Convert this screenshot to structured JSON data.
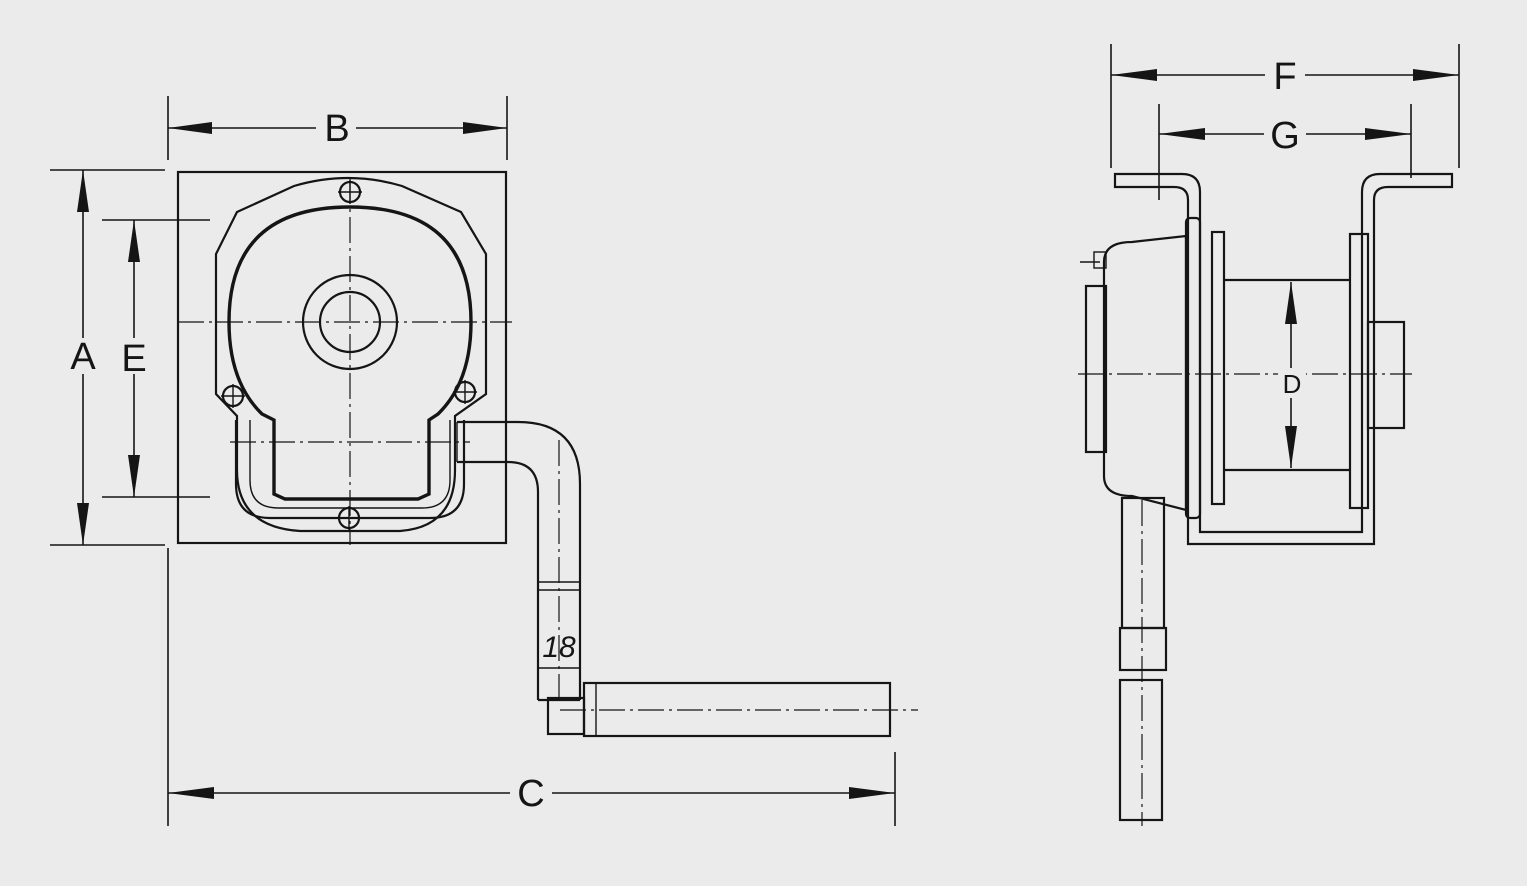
{
  "drawing": {
    "background": "#ebebeb",
    "line_color": "#151515"
  },
  "labels": {
    "A": "A",
    "B": "B",
    "C": "C",
    "D": "D",
    "E": "E",
    "F": "F",
    "G": "G",
    "crank_size": "18"
  }
}
